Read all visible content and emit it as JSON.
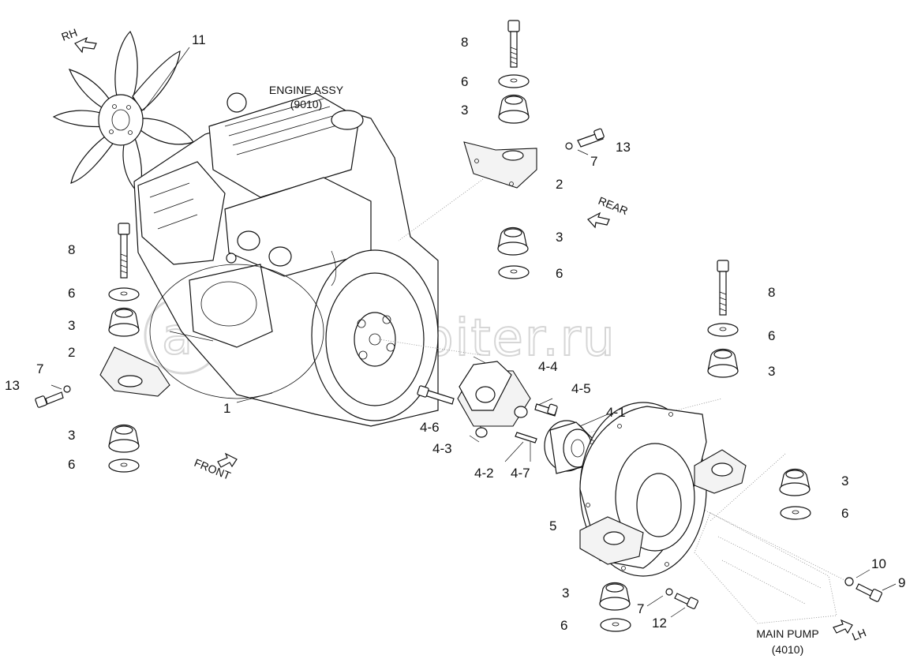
{
  "watermark": "autopiter.ru",
  "captions": {
    "engine_line1": "ENGINE ASSY",
    "engine_line2": "(9010)",
    "pump_line1": "MAIN PUMP",
    "pump_line2": "(4010)"
  },
  "directions": {
    "rh": "RH",
    "rear": "REAR",
    "front": "FRONT",
    "lh": "LH"
  },
  "labels": {
    "l11": "11",
    "l8a": "8",
    "l6a": "6",
    "l3a": "3",
    "l13a": "13",
    "l7a": "7",
    "l2a": "2",
    "l3b": "3",
    "l6b": "6",
    "l8b": "8",
    "l6c": "6",
    "l3c": "3",
    "l2b": "2",
    "l7b": "7",
    "l13b": "13",
    "l1": "1",
    "l3d": "3",
    "l6d": "6",
    "l4_4": "4-4",
    "l4_5": "4-5",
    "l4_1": "4-1",
    "l4_6": "4-6",
    "l4_3": "4-3",
    "l4_2": "4-2",
    "l4_7": "4-7",
    "l8c": "8",
    "l6e": "6",
    "l3e": "3",
    "l5": "5",
    "l3f": "3",
    "l6f": "6",
    "l10": "10",
    "l9": "9",
    "l3g": "3",
    "l7c": "7",
    "l6g": "6",
    "l12": "12"
  }
}
